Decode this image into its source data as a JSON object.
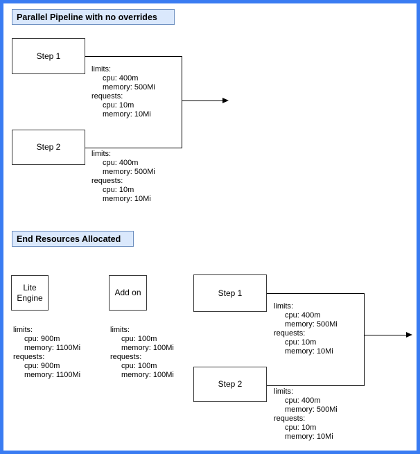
{
  "colors": {
    "frame_border": "#3a7cf2",
    "title_fill": "#dae8fc",
    "title_border": "#6c8ebf",
    "box_border": "#383838",
    "connector": "#000000"
  },
  "section1": {
    "title": "Parallel Pipeline with no overrides",
    "step1": {
      "label": "Step 1",
      "resources": [
        "limits:",
        "cpu: 400m",
        "memory: 500Mi",
        "requests:",
        "cpu: 10m",
        "memory: 10Mi"
      ]
    },
    "step2": {
      "label": "Step 2",
      "resources": [
        "limits:",
        "cpu: 400m",
        "memory: 500Mi",
        "requests:",
        "cpu: 10m",
        "memory: 10Mi"
      ]
    }
  },
  "section2": {
    "title": "End Resources Allocated",
    "lite_engine": {
      "label_line1": "Lite",
      "label_line2": "Engine",
      "resources": [
        "limits:",
        "cpu: 900m",
        "memory: 1100Mi",
        "requests:",
        "cpu: 900m",
        "memory: 1100Mi"
      ]
    },
    "add_on": {
      "label": "Add on",
      "resources": [
        "limits:",
        "cpu: 100m",
        "memory: 100Mi",
        "requests:",
        "cpu: 100m",
        "memory: 100Mi"
      ]
    },
    "step1": {
      "label": "Step 1",
      "resources": [
        "limits:",
        "cpu: 400m",
        "memory: 500Mi",
        "requests:",
        "cpu: 10m",
        "memory: 10Mi"
      ]
    },
    "step2": {
      "label": "Step 2",
      "resources": [
        "limits:",
        "cpu: 400m",
        "memory: 500Mi",
        "requests:",
        "cpu: 10m",
        "memory: 10Mi"
      ]
    }
  }
}
